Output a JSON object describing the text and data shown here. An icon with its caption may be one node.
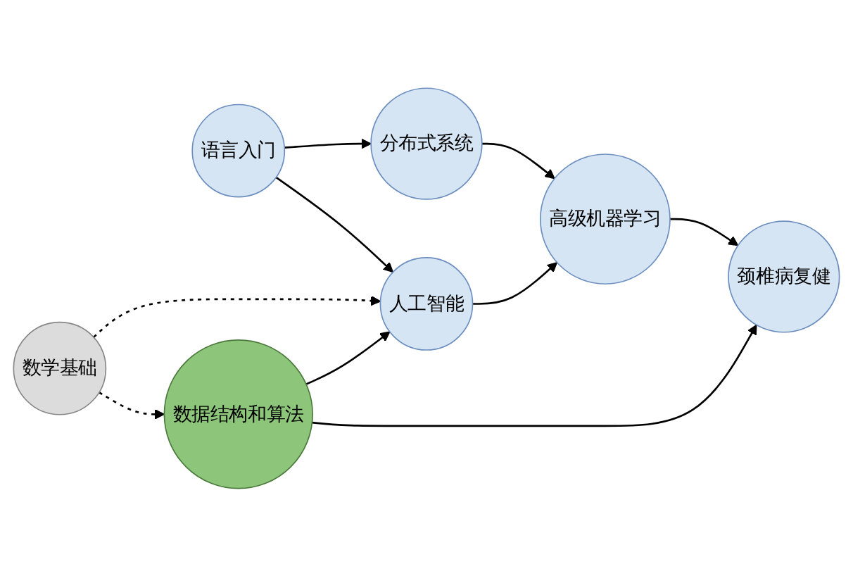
{
  "diagram": {
    "nodes": [
      {
        "text": [
          "语言入门"
        ]
      },
      {
        "text": [
          "分布式系统"
        ]
      },
      {
        "text": [
          "高级机器学习"
        ]
      },
      {
        "text": [
          "人工智能"
        ]
      },
      {
        "text": [
          "数学基础"
        ]
      },
      {
        "text": [
          "颈椎病复健"
        ]
      },
      {
        "text": [
          "数据结构和算法"
        ]
      }
    ],
    "edges": [
      {
        "from": 0,
        "to": 1,
        "arrow": "to"
      },
      {
        "from": 0,
        "to": 3,
        "arrow": "to"
      },
      {
        "from": 1,
        "to": 2,
        "arrow": "to"
      },
      {
        "from": 3,
        "to": 2,
        "arrow": "to"
      },
      {
        "from": 2,
        "to": 5,
        "arrow": "to"
      },
      {
        "from": 4,
        "to": 3,
        "arrow": "to",
        "style": "dashed"
      },
      {
        "from": 4,
        "to": 6,
        "arrow": "to",
        "style": "dashed"
      },
      {
        "from": 6,
        "to": 3,
        "arrow": "to"
      },
      {
        "from": 6,
        "to": 5,
        "arrow": "to"
      }
    ]
  }
}
